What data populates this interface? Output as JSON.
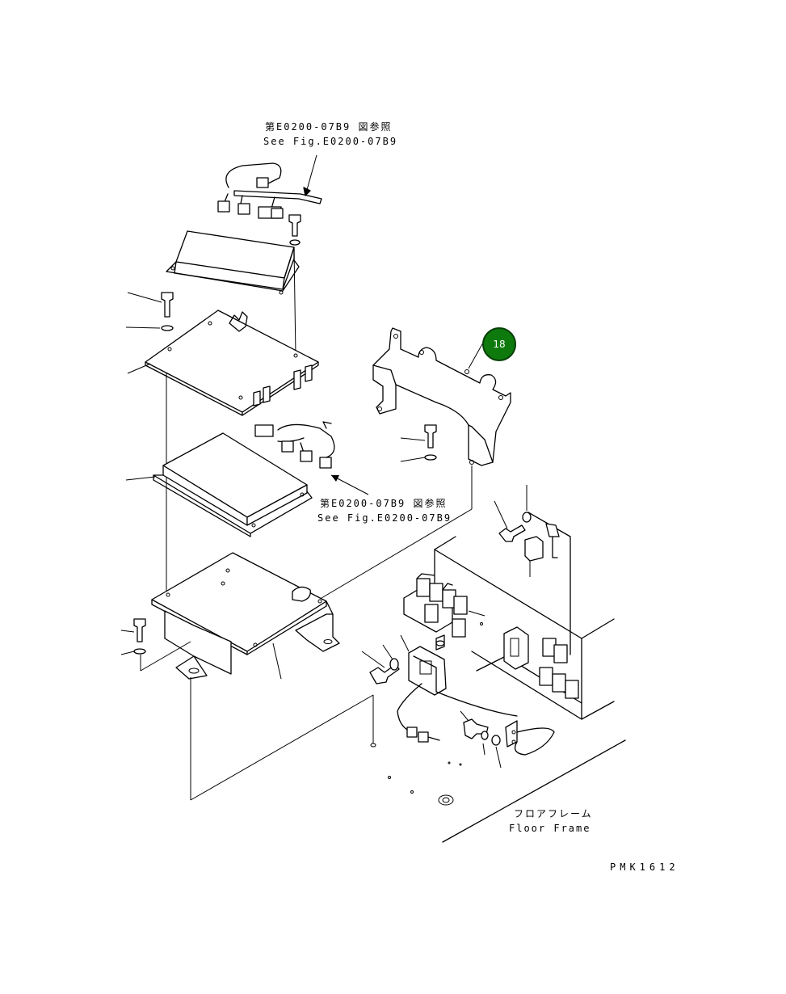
{
  "references": [
    {
      "jp": "第E0200-07B9 図参照",
      "en": "See Fig.E0200-07B9"
    },
    {
      "jp": "第E0200-07B9 図参照",
      "en": "See Fig.E0200-07B9"
    }
  ],
  "floor_frame": {
    "jp": "フロアフレーム",
    "en": "Floor Frame"
  },
  "drawing_code": "PMK1612",
  "callout": {
    "number": "18",
    "color": "#0e7a0e"
  }
}
